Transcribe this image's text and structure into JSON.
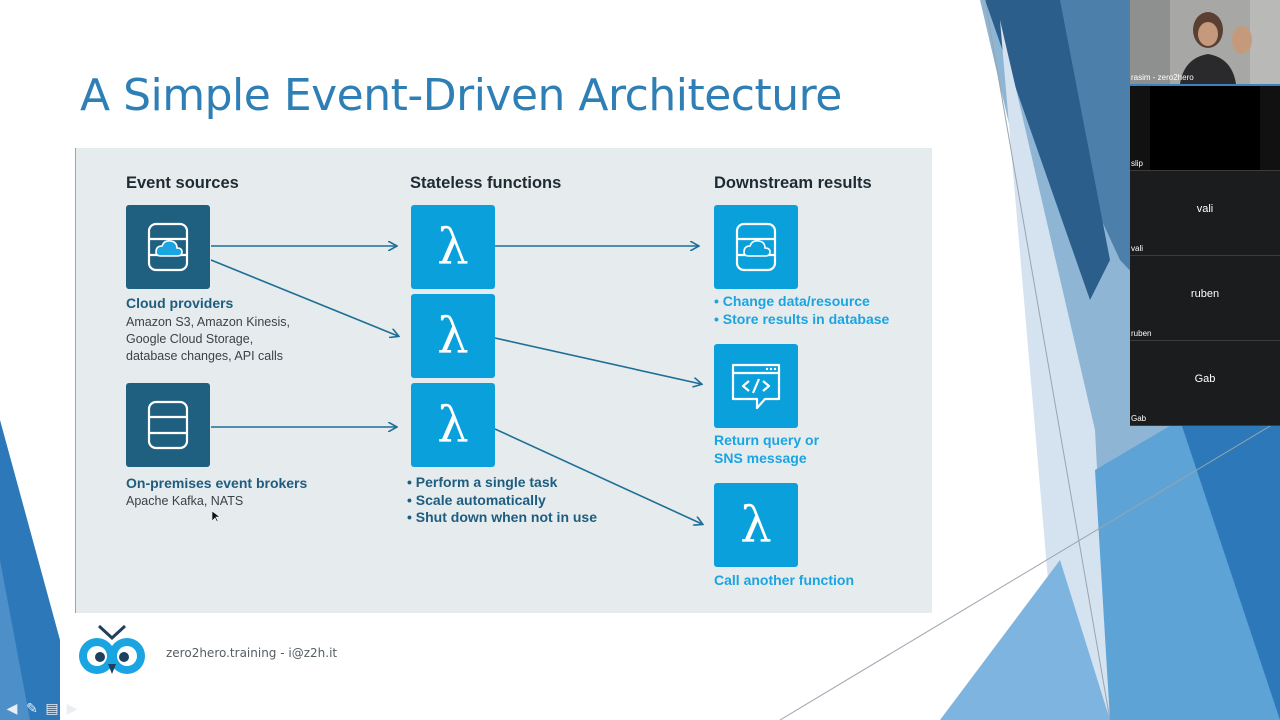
{
  "slide": {
    "title": "A Simple Event-Driven Architecture",
    "columns": {
      "sources": "Event sources",
      "functions": "Stateless functions",
      "results": "Downstream results"
    },
    "sources": {
      "cloud": {
        "title": "Cloud providers",
        "lines": [
          "Amazon S3, Amazon Kinesis,",
          "Google Cloud Storage,",
          "database changes, API calls"
        ]
      },
      "onprem": {
        "title": "On-premises event brokers",
        "lines": [
          "Apache Kafka, NATS"
        ]
      }
    },
    "functions": {
      "symbol": "λ",
      "bullets": [
        "Perform a single task",
        "Scale automatically",
        "Shut down when not in use"
      ]
    },
    "results": {
      "storage_bullets": [
        "Change data/resource",
        "Store results in database"
      ],
      "message_label": [
        "Return query or",
        "SNS message"
      ],
      "function_label": "Call another function"
    },
    "footer": {
      "brand": "zero2hero.training - i@z2h.it"
    }
  },
  "icons": {
    "cloud_storage": "cloud-database-icon",
    "database": "database-icon",
    "code_message": "code-message-icon",
    "lambda": "lambda-icon"
  },
  "colors": {
    "title": "#2e7fb5",
    "tile_dark": "#1f5f80",
    "tile_bright": "#0aa0dc",
    "label_dark": "#1e5d7f",
    "label_blue": "#1aa4e2",
    "diagram_bg": "#e6ebee"
  },
  "participants": [
    {
      "name": "rasim - zero2hero",
      "video": true
    },
    {
      "name": "slip",
      "video": true
    },
    {
      "name": "vali",
      "video": false
    },
    {
      "name": "ruben",
      "video": false
    },
    {
      "name": "Gab",
      "video": false
    }
  ]
}
